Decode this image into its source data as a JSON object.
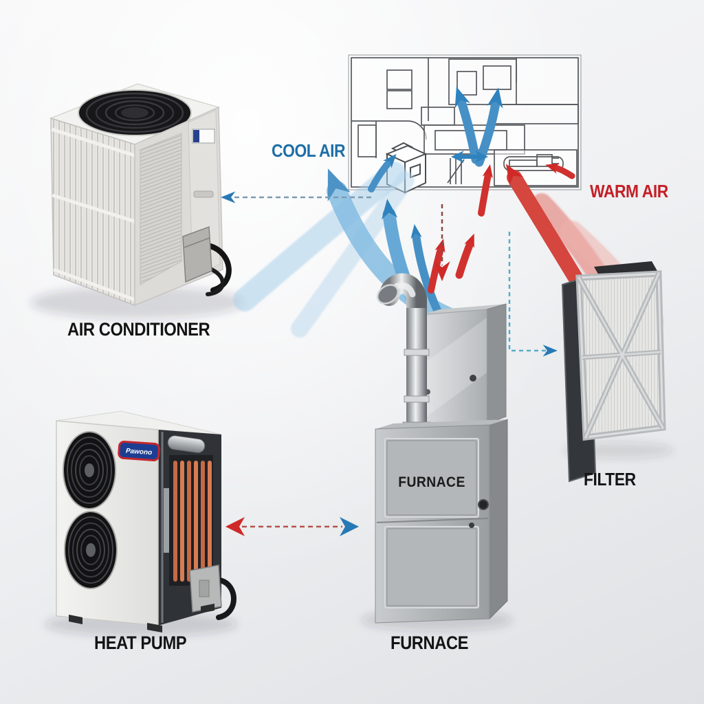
{
  "components": {
    "air_conditioner": {
      "caption": "AIR CONDITIONER"
    },
    "heat_pump": {
      "caption": "HEAT PUMP",
      "badge_text": "Pawono"
    },
    "furnace": {
      "caption": "FURNACE",
      "door_text": "FURNACE"
    },
    "filter": {
      "caption": "FILTER"
    }
  },
  "airflow": {
    "cool_label": "COOL AIR",
    "warm_label": "WARM AIR"
  },
  "colors": {
    "cool_text": "#1d6ea6",
    "cool_arrow": "#3e8fc8",
    "warm_text": "#c41f26",
    "warm_arrow": "#d23732",
    "caption_text": "#141414",
    "connector_blue": "#2779b5",
    "connector_red": "#cf2a28",
    "connector_teal": "#58abc7"
  }
}
